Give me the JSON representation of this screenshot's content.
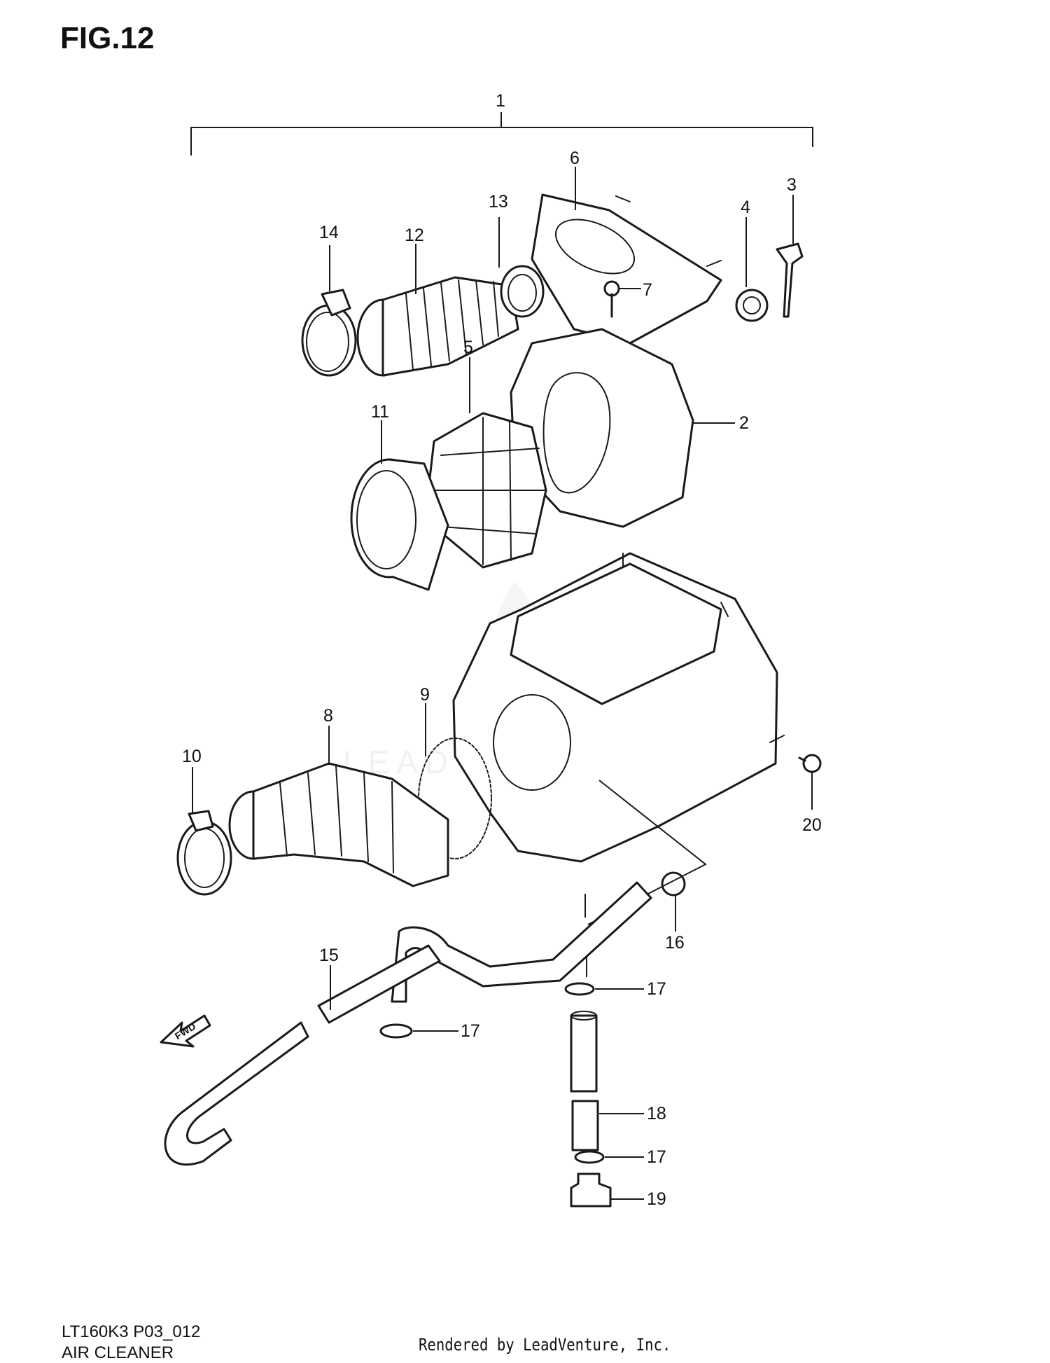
{
  "figure": {
    "title": "FIG.12",
    "model_code": "LT160K3 P03_012",
    "section_name": "AIR CLEANER",
    "credit": "Rendered by LeadVenture, Inc.",
    "watermark": "LEADVENTURE",
    "fwd_label": "FWD"
  },
  "callouts": [
    {
      "id": "1",
      "label": "1"
    },
    {
      "id": "2",
      "label": "2"
    },
    {
      "id": "3",
      "label": "3"
    },
    {
      "id": "4",
      "label": "4"
    },
    {
      "id": "5",
      "label": "5"
    },
    {
      "id": "6",
      "label": "6"
    },
    {
      "id": "7",
      "label": "7"
    },
    {
      "id": "8",
      "label": "8"
    },
    {
      "id": "9",
      "label": "9"
    },
    {
      "id": "10",
      "label": "10"
    },
    {
      "id": "11",
      "label": "11"
    },
    {
      "id": "12",
      "label": "12"
    },
    {
      "id": "13",
      "label": "13"
    },
    {
      "id": "14",
      "label": "14"
    },
    {
      "id": "15",
      "label": "15"
    },
    {
      "id": "16",
      "label": "16"
    },
    {
      "id": "17a",
      "label": "17"
    },
    {
      "id": "17b",
      "label": "17"
    },
    {
      "id": "17c",
      "label": "17"
    },
    {
      "id": "18",
      "label": "18"
    },
    {
      "id": "19",
      "label": "19"
    },
    {
      "id": "20",
      "label": "20"
    }
  ]
}
